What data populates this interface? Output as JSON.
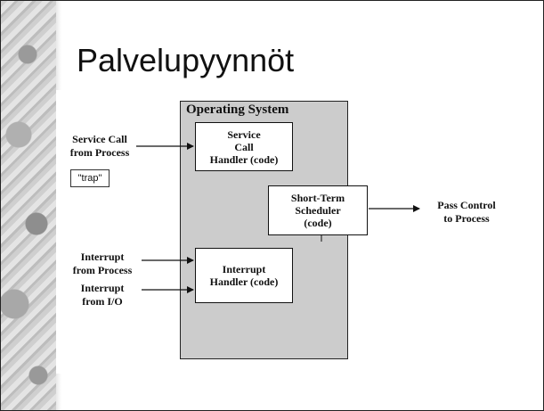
{
  "slide": {
    "title": "Palvelupyynnöt"
  },
  "diagram": {
    "os_title": "Operating System",
    "service_call_handler": "Service\nCall\nHandler (code)",
    "short_term_scheduler": "Short-Term\nScheduler\n(code)",
    "interrupt_handler": "Interrupt\nHandler (code)",
    "service_call_label": "Service Call\nfrom Process",
    "trap_label": "\"trap\"",
    "interrupt_process_label": "Interrupt\nfrom Process",
    "interrupt_io_label": "Interrupt\nfrom I/O",
    "pass_control_label": "Pass Control\nto Process"
  }
}
